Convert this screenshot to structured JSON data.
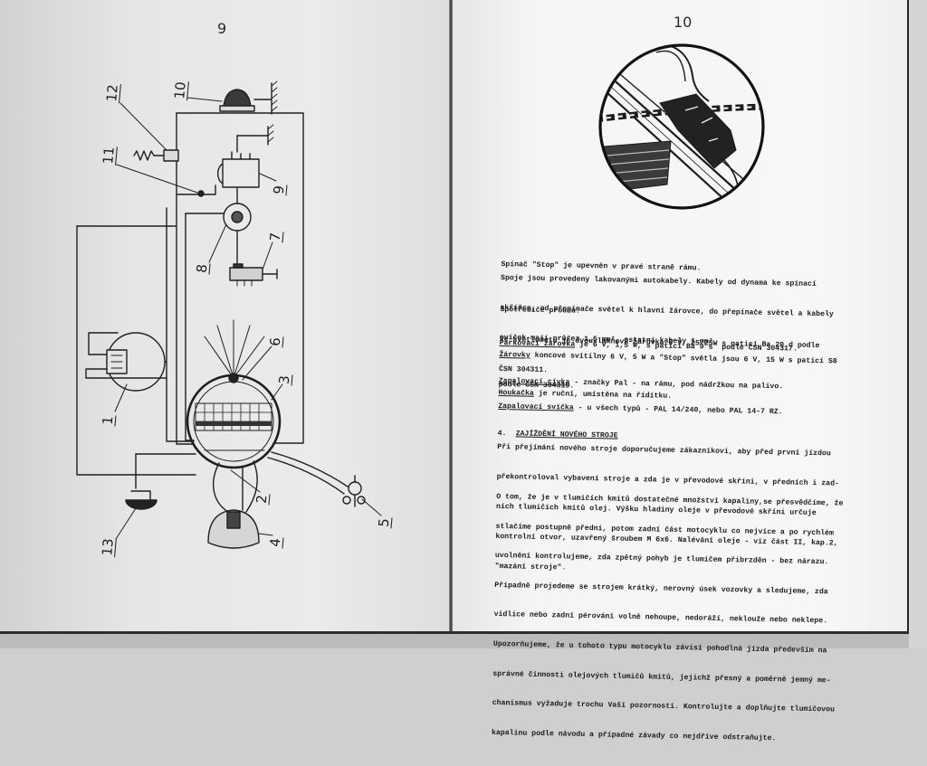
{
  "left_page": {
    "page_number": "9",
    "callouts": [
      "12",
      "10",
      "11",
      "9",
      "8",
      "7",
      "6",
      "3",
      "1",
      "2",
      "4",
      "5",
      "13"
    ]
  },
  "right_page": {
    "page_number": "10",
    "stop_switch": "Spínač \"Stop\" je upevněn v pravé straně rámu.",
    "cables": [
      "Spoje jsou provedeny lakovanými autokabely. Kabely od dynama ke spínací",
      "skříňce, od přepínače světel k hlavní žárovce, do přepínače světel a kabely",
      "svíček mají průřez 1,5 mm², ostatní kabely 1 mm²."
    ],
    "consumers": [
      "Spotřebiče proudu:",
      "Ve světlometu je dvouvláknová žárovka 6 V, 25/25W s paticí Ba 20 d podle",
      "ČSN 304311."
    ],
    "parking": {
      "term": "Parkovací žárovka",
      "text": " je 6 V, 1,5 W, s paticí Ba 9 s  podle ČSN 304317."
    },
    "tail": {
      "term": "Žárovky",
      "text": " koncové svítilny 6 V, 5 W a \"Stop\" světla jsou 6 V, 15 W s paticí S8",
      "cont": "podle ČSN 304319."
    },
    "coil": {
      "term": "Zapalovací cívka",
      "text": " - značky Pal - na rámu, pod nádržkou na palivo."
    },
    "horn": {
      "term": "Houkačka",
      "text": " je ruční, umístěna na řídítku."
    },
    "plug": {
      "term": "Zapalovací svíčka",
      "text": " - u všech typů - PAL 14/240, nebo PAL 14-7 RZ."
    },
    "section": {
      "number": "4.",
      "title": "ZAJÍŽDĚNÍ NOVÉHO STROJE"
    },
    "break_in": [
      "Při přejímání nového stroje doporučujeme zákazníkovi, aby před první jízdou",
      "překontroloval vybavení stroje a zda je v převodové skříni, v předních i zad-",
      "ních tlumičích kmitů olej. Výšku hladiny oleje v převodové skříni určuje",
      "kontrolní otvor, uzavřený šroubem M 6x6. Nalévání oleje - viz část II, kap.2,",
      "\"mazání stroje\"."
    ],
    "dampers": [
      "O tom, že je v tlumičích kmitů dostatečné množství kapaliny,se přesvědčíme, že",
      "stlačíme postupně přední, potom zadní část motocyklu co nejvíce a po rychlém",
      "uvolnění kontrolujeme, zda zpětný pohyb je tlumičem přibrzděn - bez nárazu.",
      "Případně projedeme se strojem krátký, nerovný úsek vozovky a sledujeme, zda",
      "vidlice nebo zadní pérování volně nehoupe, nedoráží, neklouže nebo neklepe.",
      "Upozorňujeme, že u tohoto typu motocyklu závisí pohodlná jízda především na",
      "správné činnosti olejových tlumičů kmitů, jejichž přesný a poměrně jemný me-",
      "chanismus vyžaduje trochu Vaší pozornosti. Kontrolujte a doplňujte tlumičovou",
      "kapalinu podle návodu a případné závady co nejdříve odstraňujte."
    ]
  }
}
